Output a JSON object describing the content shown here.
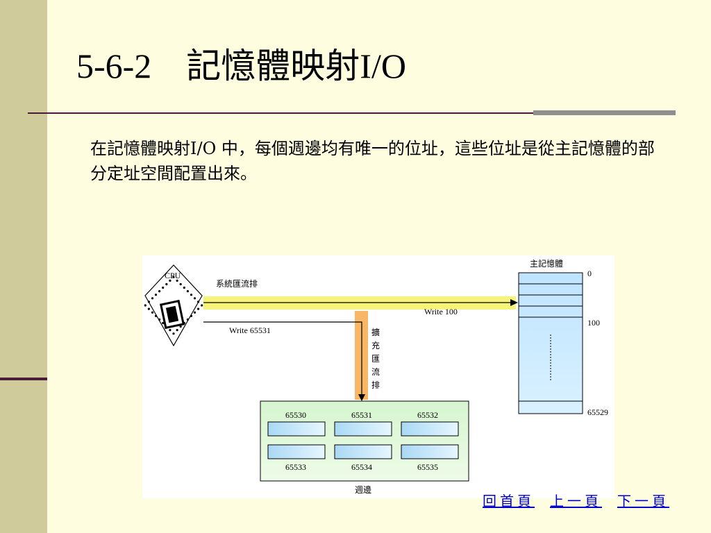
{
  "slide": {
    "title": "5-6-2　記憶體映射I/O",
    "body": "在記憶體映射I/O 中，每個週邊均有唯一的位址，這些位址是從主記憶體的部分定址空間配置出來。"
  },
  "diagram": {
    "cpu_label": "CPU",
    "system_bus_label": "系統匯流排",
    "expansion_bus_label": [
      "擴",
      "充",
      "匯",
      "流",
      "排"
    ],
    "write_100": "Write 100",
    "write_65531": "Write 65531",
    "memory_label": "主記憶體",
    "memory_addresses": [
      "0",
      "100",
      "65529"
    ],
    "peripheral_label": "週邊",
    "peripheral_ports_top": [
      "65530",
      "65531",
      "65532"
    ],
    "peripheral_ports_bottom": [
      "65533",
      "65534",
      "65535"
    ]
  },
  "nav": {
    "home": "回首頁",
    "prev": "上一頁",
    "next": "下一頁"
  }
}
